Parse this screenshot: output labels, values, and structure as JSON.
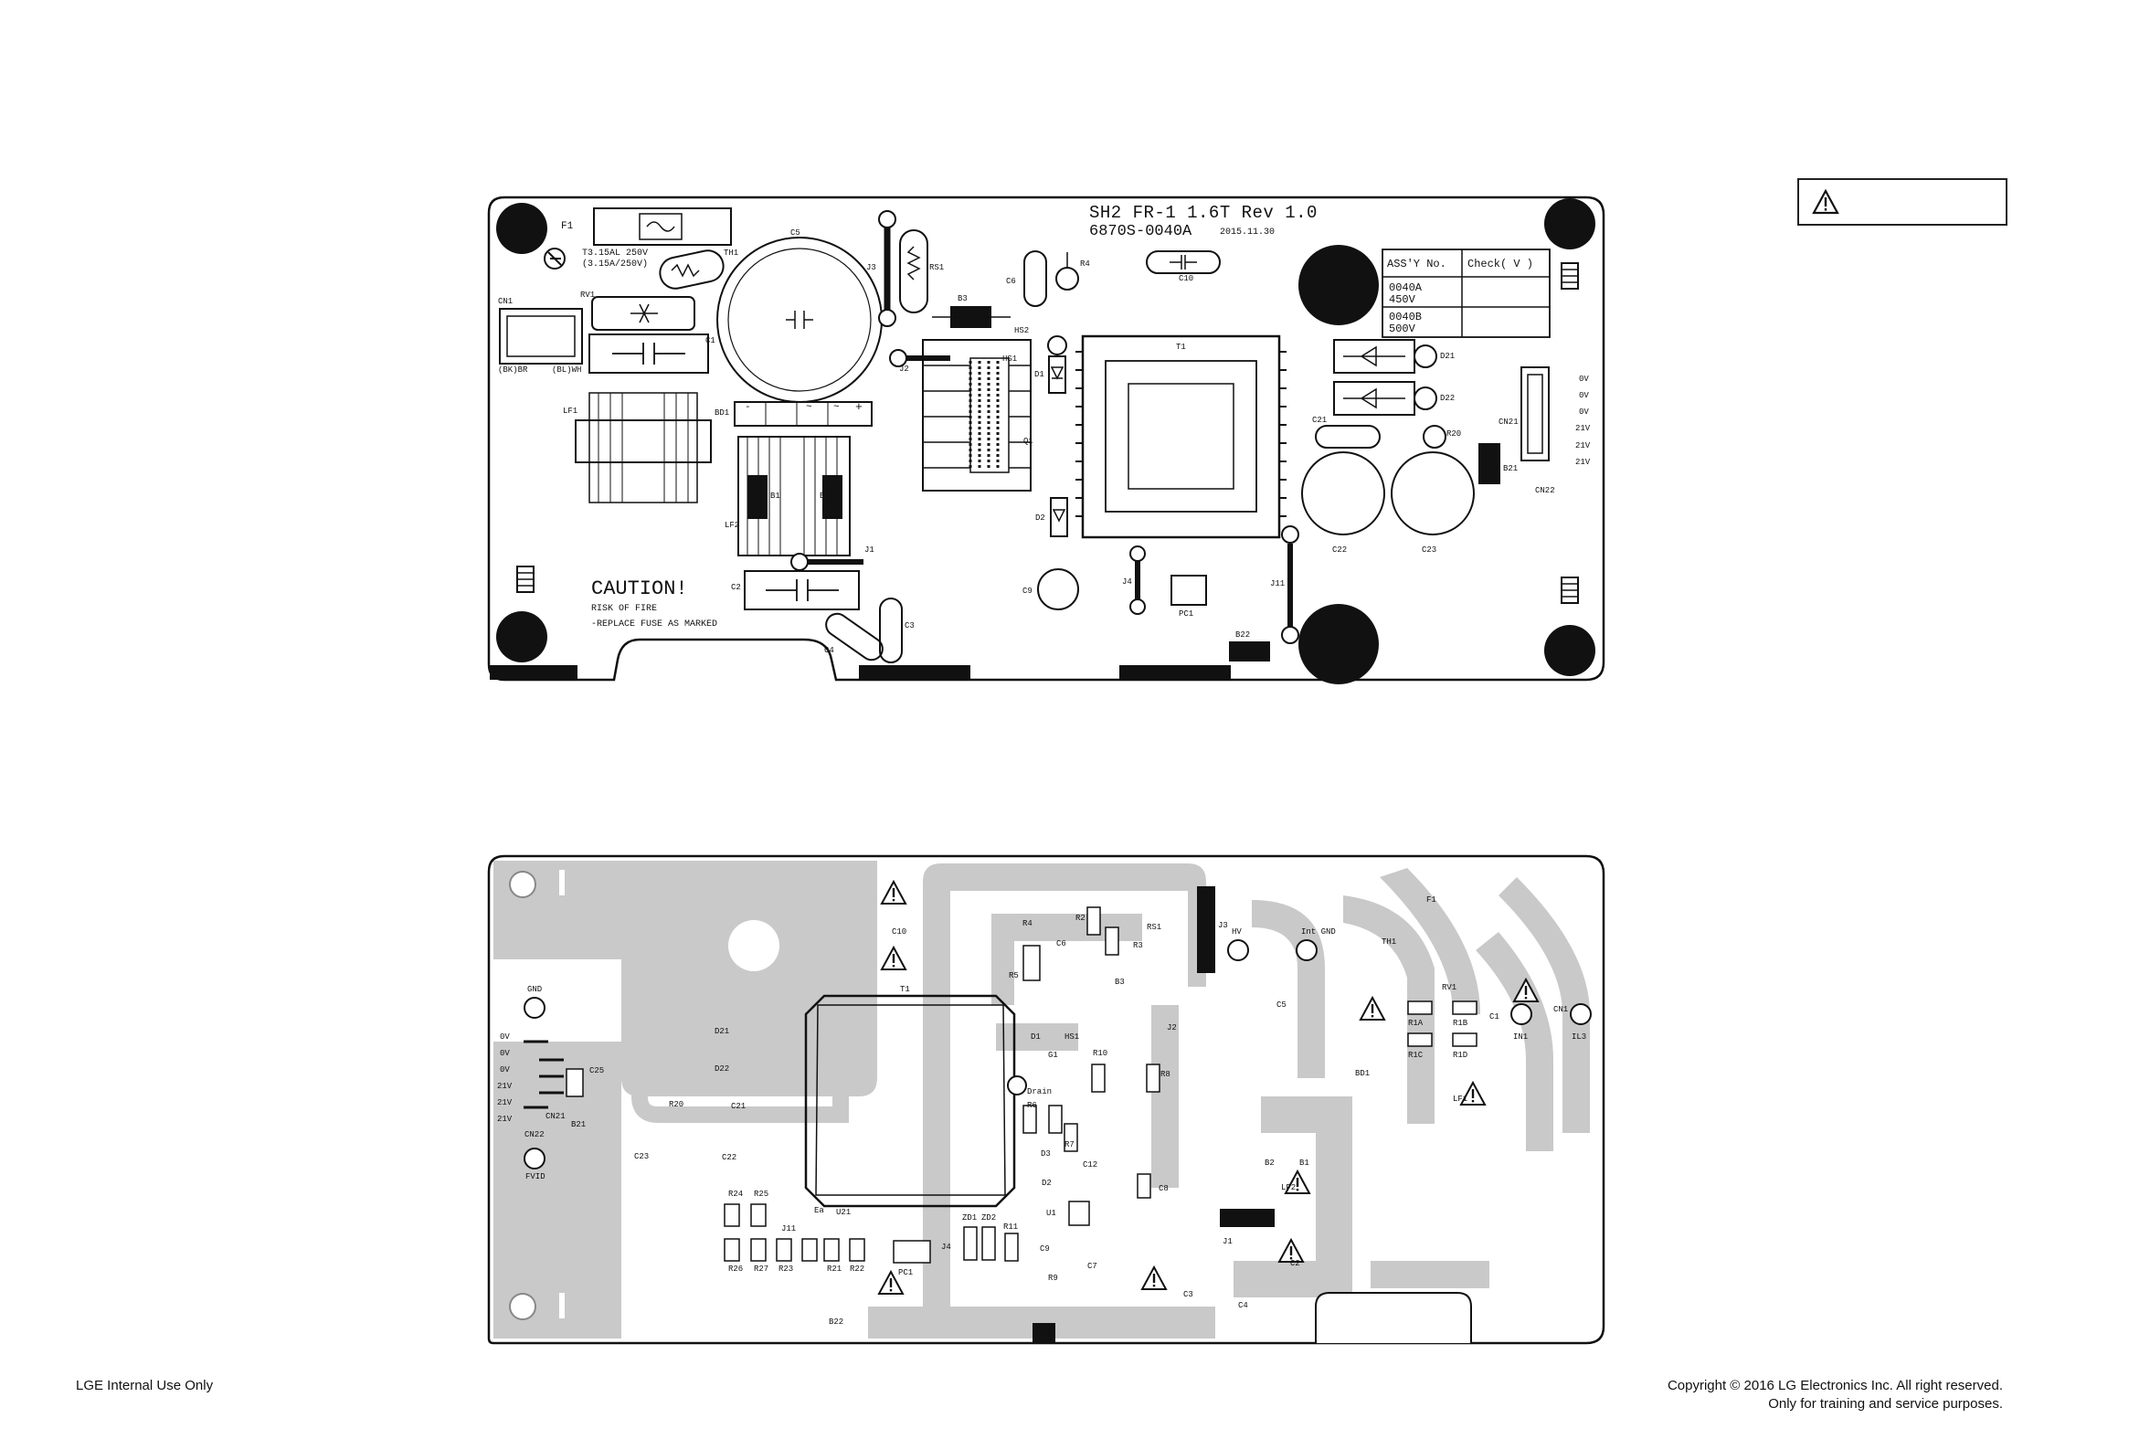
{
  "top_board": {
    "silk_title": "SH2  FR-1  1.6T  Rev  1.0",
    "silk_part": "6870S-0040A",
    "silk_date": "2015.11.30",
    "fuse_label": "F1",
    "fuse_rating_1": "T3.15AL  250V",
    "fuse_rating_2": "(3.15A/250V)",
    "caution_title": "CAUTION!",
    "caution_line_1": "RISK OF FIRE",
    "caution_line_2": "-REPLACE FUSE AS MARKED",
    "assy_table": {
      "header_assy": "ASS'Y No.",
      "header_check": "Check( V )",
      "rows": [
        {
          "code": "0040A",
          "voltage": "450V"
        },
        {
          "code": "0040B",
          "voltage": "500V"
        }
      ]
    },
    "output_pins": [
      "0V",
      "0V",
      "0V",
      "21V",
      "21V",
      "21V"
    ],
    "components": {
      "th1": "TH1",
      "cn1": "CN1",
      "rv1": "RV1",
      "lf1": "LF1",
      "c5": "C5",
      "j3": "J3",
      "rs1": "RS1",
      "b3": "B3",
      "c6": "C6",
      "r4": "R4",
      "c10": "C10",
      "hs2": "HS2",
      "hs1": "HS1",
      "j2": "J2",
      "d1": "D1",
      "q1": "Q1",
      "t1": "T1",
      "bd1": "BD1",
      "b1": "B1",
      "b2": "B2",
      "lf2": "LF2",
      "j1": "J1",
      "c2": "C2",
      "c3": "C3",
      "c4": "C4",
      "d2": "D2",
      "c9": "C9",
      "j4": "J4",
      "pc1": "PC1",
      "b22": "B22",
      "j11": "J11",
      "d21": "D21",
      "d22": "D22",
      "c21": "C21",
      "r20": "R20",
      "b21": "B21",
      "cn21": "CN21",
      "cn22": "CN22",
      "c22": "C22",
      "c23": "C23",
      "c1": "C1",
      "bkbr": "(BK)BR",
      "blwh": "(BL)WH"
    },
    "bd1_polarity": [
      "-",
      "~",
      "~",
      "+"
    ]
  },
  "bottom_board": {
    "labels": {
      "gnd": "GND",
      "fvid": "FVID",
      "cn21": "CN21",
      "cn22": "CN22",
      "b21": "B21",
      "c25": "C25",
      "r20": "R20",
      "c21": "C21",
      "c23": "C23",
      "c22": "C22",
      "d21": "D21",
      "d22": "D22",
      "c10": "C10",
      "t1": "T1",
      "r24": "R24",
      "r25": "R25",
      "r26": "R26",
      "r27": "R27",
      "r23": "R23",
      "r21": "R21",
      "r22": "R22",
      "j11": "J11",
      "u21": "U21",
      "ea": "Ea",
      "pc1": "PC1",
      "b22": "B22",
      "j4": "J4",
      "zd1": "ZD1",
      "zd2": "ZD2",
      "r11": "R11",
      "c9": "C9",
      "r9": "R9",
      "c7": "C7",
      "u1": "U1",
      "r4": "R4",
      "r5": "R5",
      "c6": "C6",
      "r2": "R2",
      "r3": "R3",
      "b3": "B3",
      "rs1": "RS1",
      "j3": "J3",
      "hv": "HV",
      "int_gnd": "Int  GND",
      "d1": "D1",
      "hs1": "HS1",
      "g1": "G1",
      "drain": "Drain",
      "r6": "R6",
      "r10": "R10",
      "r8": "R8",
      "r7": "R7",
      "c12": "C12",
      "d3": "D3",
      "d2": "D2",
      "c8": "C8",
      "j2": "J2",
      "c5": "C5",
      "bd1": "BD1",
      "b2": "B2",
      "b1": "B1",
      "lf2": "LF2",
      "j1": "J1",
      "c2": "C2",
      "c3": "C3",
      "c4": "C4",
      "f1": "F1",
      "th1": "TH1",
      "rv1": "RV1",
      "r1a": "R1A",
      "r1b": "R1B",
      "r1c": "R1C",
      "r1d": "R1D",
      "c1": "C1",
      "cn1": "CN1",
      "in1": "IN1",
      "il3": "IL3",
      "lf1": "LF1"
    },
    "output_pins": [
      "0V",
      "0V",
      "0V",
      "21V",
      "21V",
      "21V"
    ]
  },
  "footer": {
    "left": "LGE Internal Use Only",
    "right_line_1": "Copyright © 2016 LG Electronics Inc. All right reserved.",
    "right_line_2": "Only for training and service purposes."
  },
  "colors": {
    "copper": "#c9c9c9",
    "ink": "#111111",
    "paper": "#ffffff"
  }
}
